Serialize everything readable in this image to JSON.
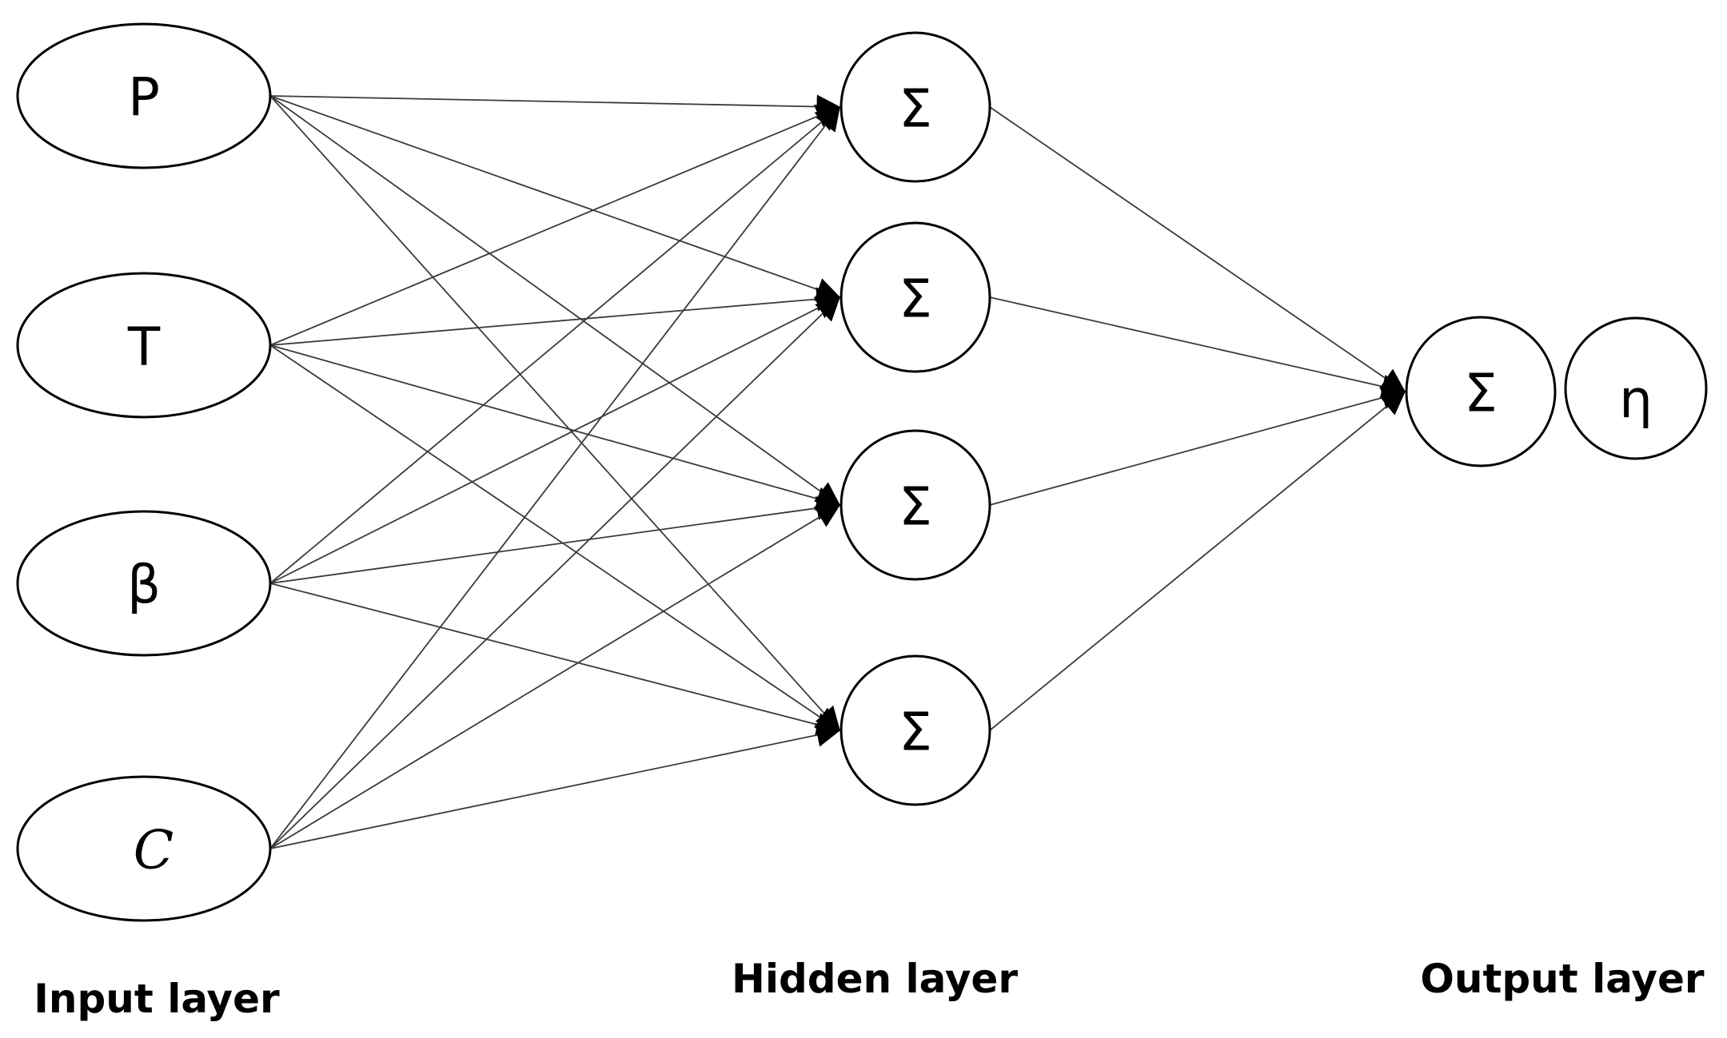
{
  "diagram": {
    "layers": {
      "input": "Input layer",
      "hidden": "Hidden layer",
      "output": "Output layer"
    },
    "input_nodes": [
      {
        "id": "in-p",
        "label": "P",
        "italic": false
      },
      {
        "id": "in-t",
        "label": "T",
        "italic": false
      },
      {
        "id": "in-beta",
        "label": "β",
        "italic": false
      },
      {
        "id": "in-c",
        "label": "C",
        "italic": true
      }
    ],
    "hidden_nodes": [
      {
        "id": "h1",
        "label": "Σ"
      },
      {
        "id": "h2",
        "label": "Σ"
      },
      {
        "id": "h3",
        "label": "Σ"
      },
      {
        "id": "h4",
        "label": "Σ"
      }
    ],
    "output_nodes": [
      {
        "id": "out-sum",
        "label": "Σ"
      },
      {
        "id": "out-eta",
        "label": "η"
      }
    ],
    "edges": [
      [
        "in-p",
        "h1"
      ],
      [
        "in-p",
        "h2"
      ],
      [
        "in-p",
        "h3"
      ],
      [
        "in-p",
        "h4"
      ],
      [
        "in-t",
        "h1"
      ],
      [
        "in-t",
        "h2"
      ],
      [
        "in-t",
        "h3"
      ],
      [
        "in-t",
        "h4"
      ],
      [
        "in-beta",
        "h1"
      ],
      [
        "in-beta",
        "h2"
      ],
      [
        "in-beta",
        "h3"
      ],
      [
        "in-beta",
        "h4"
      ],
      [
        "in-c",
        "h1"
      ],
      [
        "in-c",
        "h2"
      ],
      [
        "in-c",
        "h3"
      ],
      [
        "in-c",
        "h4"
      ],
      [
        "h1",
        "out-sum"
      ],
      [
        "h2",
        "out-sum"
      ],
      [
        "h3",
        "out-sum"
      ],
      [
        "h4",
        "out-sum"
      ]
    ],
    "colors": {
      "stroke": "#000000",
      "edge": "#3a3a3a",
      "background": "#ffffff"
    }
  }
}
